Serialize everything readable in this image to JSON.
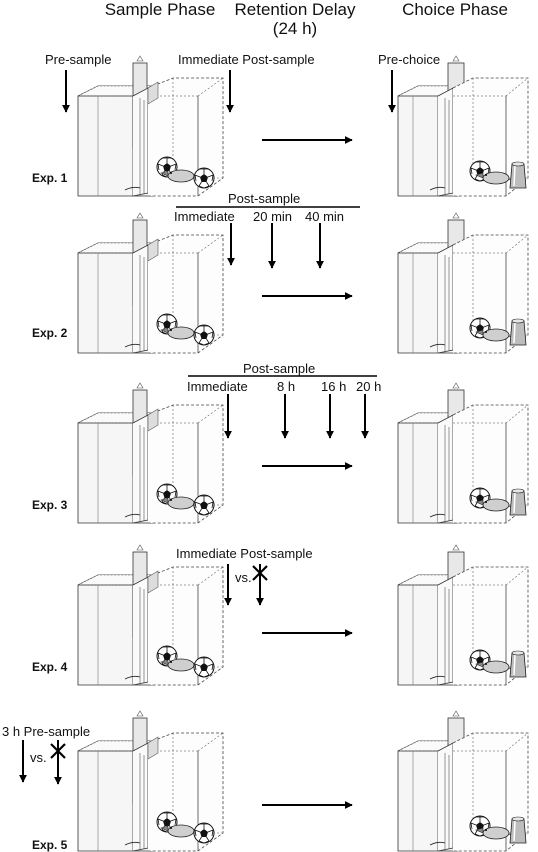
{
  "headers": {
    "sample": "Sample Phase",
    "retention": "Retention Delay",
    "retention_sub": "(24 h)",
    "choice": "Choice Phase"
  },
  "experiments": [
    {
      "label": "Exp. 1",
      "pre_sample": "Pre-sample",
      "immediate_post": "Immediate Post-sample",
      "pre_choice": "Pre-choice"
    },
    {
      "label": "Exp. 2",
      "post_sample": "Post-sample",
      "times": [
        "Immediate",
        "20 min",
        "40 min"
      ]
    },
    {
      "label": "Exp. 3",
      "post_sample": "Post-sample",
      "times": [
        "Immediate",
        "8 h",
        "16 h",
        "20 h"
      ]
    },
    {
      "label": "Exp. 4",
      "immediate_post": "Immediate Post-sample",
      "vs": "vs."
    },
    {
      "label": "Exp. 5",
      "pre_sample": "3 h Pre-sample",
      "vs": "vs."
    }
  ]
}
